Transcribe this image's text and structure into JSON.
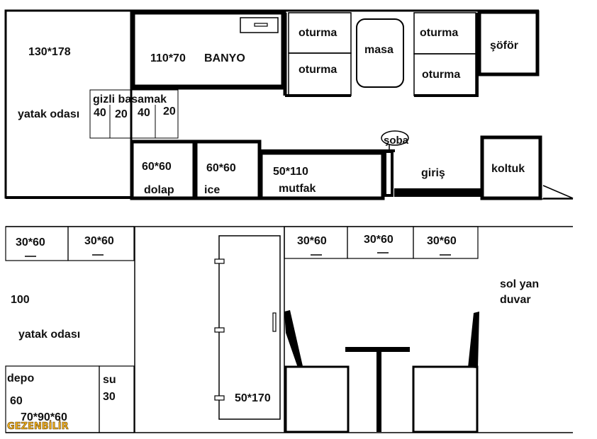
{
  "top_plan": {
    "bedroom_size": "130*178",
    "bedroom_label": "yatak odası",
    "bathroom_size": "110*70",
    "bathroom_label": "BANYO",
    "hidden_step_label": "gizli basamak",
    "step_widths": [
      "40",
      "20",
      "40",
      "20"
    ],
    "seat_top_left": "oturma",
    "seat_bottom_left": "oturma",
    "table_label": "masa",
    "seat_top_right": "oturma",
    "seat_bottom_right": "oturma",
    "driver_label": "şöför",
    "wardrobe_size": "60*60",
    "wardrobe_label": "dolap",
    "fridge_size": "60*60",
    "fridge_label": "ice",
    "kitchen_size": "50*110",
    "kitchen_label": "mutfak",
    "stove_label": "şoba",
    "entrance_label": "giriş",
    "armchair_label": "koltuk"
  },
  "side_view": {
    "cabinets_left": [
      "30*60",
      "30*60"
    ],
    "cabinets_right": [
      "30*60",
      "30*60",
      "30*60"
    ],
    "height_label": "100",
    "bedroom_label": "yatak odası",
    "storage_label": "depo",
    "storage_height": "60",
    "storage_size": "70*90*60",
    "water_label": "su",
    "water_size": "30",
    "door_size": "50*170",
    "wall_label_line1": "sol yan",
    "wall_label_line2": "duvar"
  },
  "watermark": "GEZENBİLİR"
}
